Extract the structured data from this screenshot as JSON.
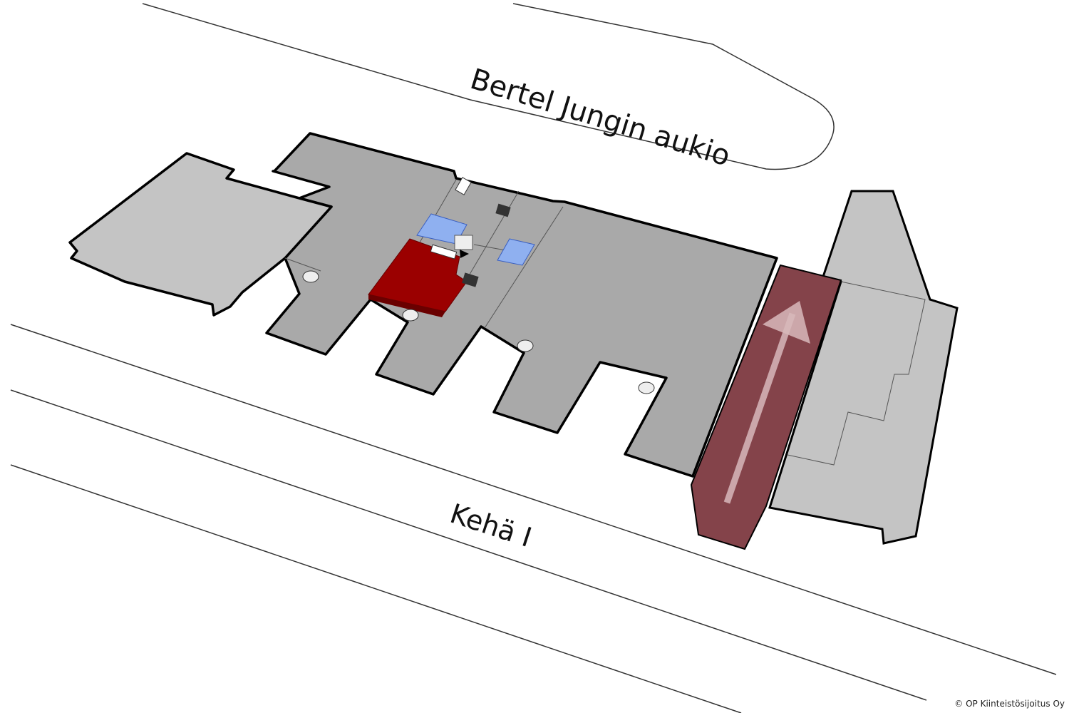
{
  "streets": {
    "top": "Bertel Jungin aukio",
    "bottom": "Kehä I"
  },
  "copyright": "© OP Kiinteistösijoitus Oy",
  "colors": {
    "floor": "#a9a9a9",
    "floor_light": "#c4c4c4",
    "highlight": "#9b0000",
    "ramp": "#84434a",
    "glass": "#6f97e6"
  }
}
